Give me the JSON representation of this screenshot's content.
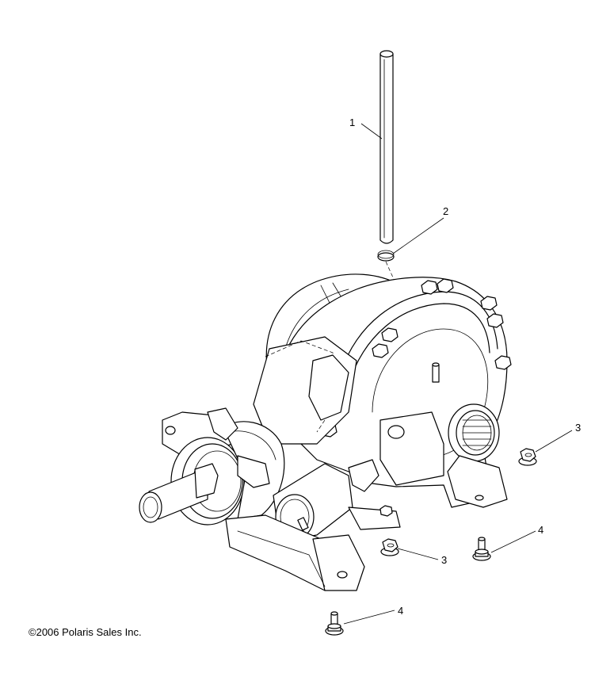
{
  "callouts": [
    {
      "id": "1",
      "label": "1",
      "part": "tube"
    },
    {
      "id": "2",
      "label": "2",
      "part": "clamp"
    },
    {
      "id": "3a",
      "label": "3",
      "part": "nut"
    },
    {
      "id": "3b",
      "label": "3",
      "part": "nut"
    },
    {
      "id": "4a",
      "label": "4",
      "part": "bolt"
    },
    {
      "id": "4b",
      "label": "4",
      "part": "bolt"
    }
  ],
  "copyright": {
    "symbol": "©",
    "text": "2006 Polaris Sales Inc."
  }
}
